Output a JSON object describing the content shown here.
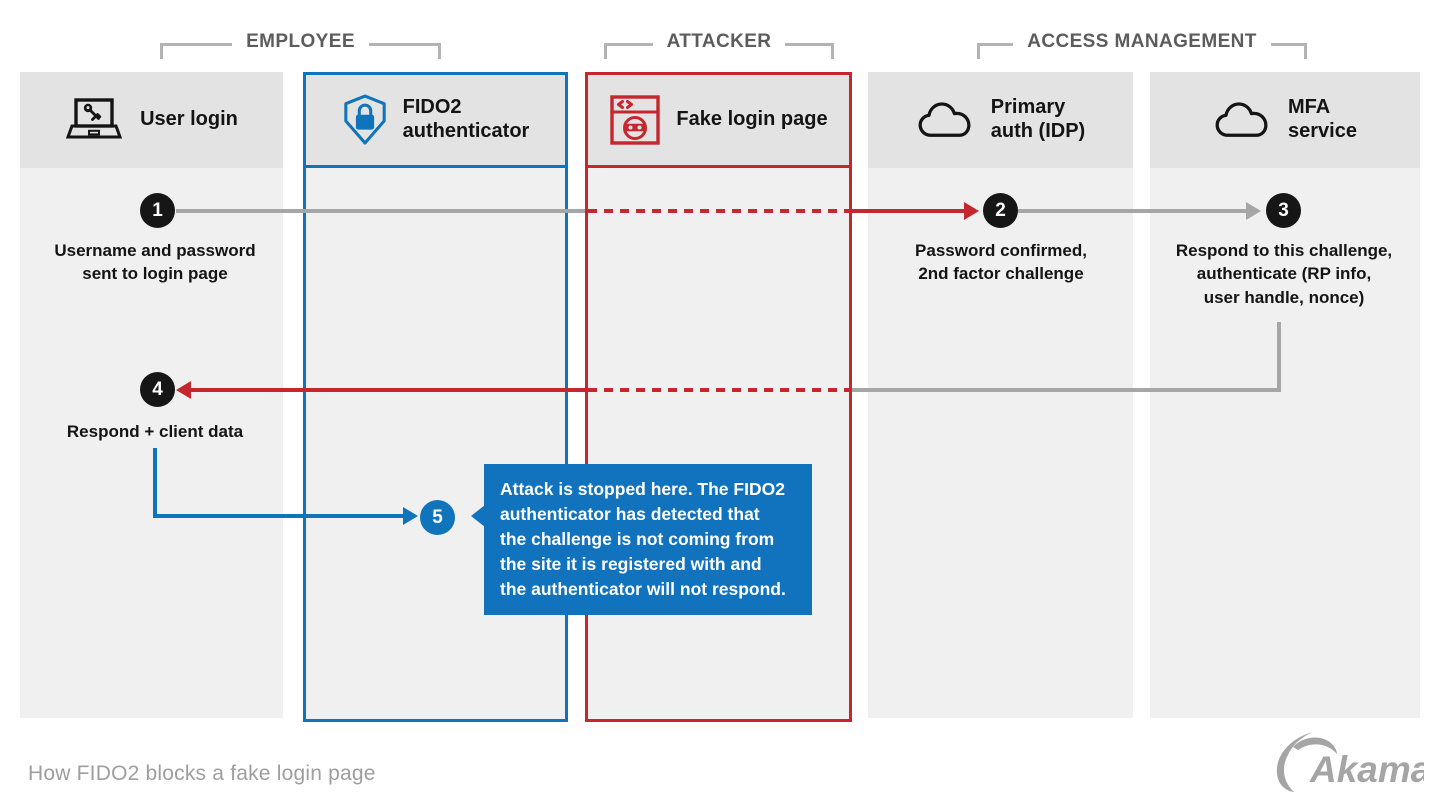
{
  "colors": {
    "blue": "#0f74ba",
    "red": "#c4272e",
    "callout_blue": "#1173bd",
    "circle_black": "#161616",
    "header_bg": "#e3e3e3",
    "body_bg": "#f0f0f0",
    "arrow_gray": "#a6a6a6",
    "bracket_gray": "#b3b3b3",
    "caption_gray": "#9e9e9e",
    "logo_gray": "#a5a5a5"
  },
  "groups": [
    {
      "label": "EMPLOYEE"
    },
    {
      "label": "ATTACKER"
    },
    {
      "label": "ACCESS MANAGEMENT"
    }
  ],
  "lanes": [
    {
      "label": "User login",
      "icon": "laptop-key-icon"
    },
    {
      "label": "FIDO2\nauthenticator",
      "icon": "shield-lock-icon"
    },
    {
      "label": "Fake login page",
      "icon": "bandit-browser-icon"
    },
    {
      "label": "Primary\nauth (IDP)",
      "icon": "cloud-icon"
    },
    {
      "label": "MFA\nservice",
      "icon": "cloud-icon"
    }
  ],
  "steps": {
    "s1": {
      "num": "1",
      "text": "Username and password\nsent to login page"
    },
    "s2": {
      "num": "2",
      "text": "Password confirmed,\n2nd factor challenge"
    },
    "s3": {
      "num": "3",
      "text": "Respond to this challenge,\nauthenticate (RP info,\nuser handle, nonce)"
    },
    "s4": {
      "num": "4",
      "text": "Respond + client data"
    },
    "s5": {
      "num": "5"
    }
  },
  "callout": {
    "text": "Attack is stopped here. The FIDO2\nauthenticator has detected that\nthe challenge is not coming from\nthe site it is registered with and\nthe authenticator will not respond."
  },
  "footer": {
    "caption": "How FIDO2 blocks a fake login page",
    "brand": "Akamai"
  }
}
